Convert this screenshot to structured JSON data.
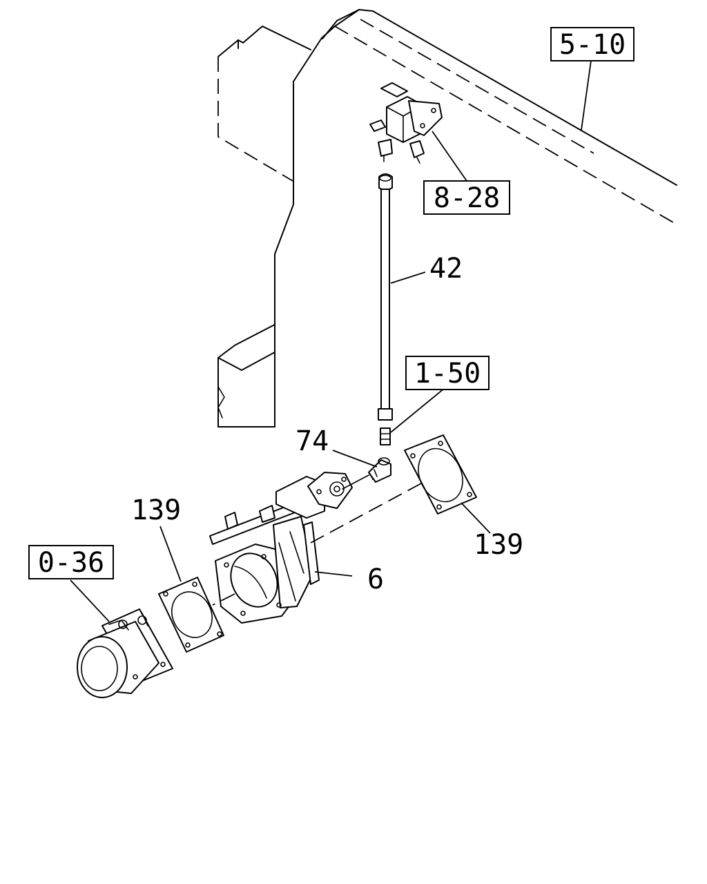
{
  "diagram": {
    "labels": {
      "ref_5_10": "5-10",
      "ref_8_28": "8-28",
      "part_42": "42",
      "ref_1_50": "1-50",
      "part_74": "74",
      "part_139_left": "139",
      "part_139_right": "139",
      "ref_0_36": "0-36",
      "part_6": "6"
    }
  }
}
